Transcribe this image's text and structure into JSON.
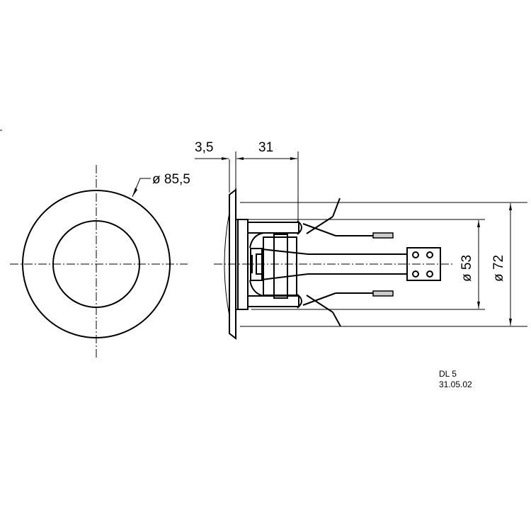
{
  "drawing": {
    "front_view": {
      "outer_diameter_label": "ø 85,5"
    },
    "side_view": {
      "flange_thickness_label": "3,5",
      "depth_label": "31",
      "inner_diameter_label": "ø 53",
      "outer_diameter_label": "ø 72"
    },
    "title_block": {
      "model": "DL 5",
      "date": "31.05.02"
    }
  }
}
